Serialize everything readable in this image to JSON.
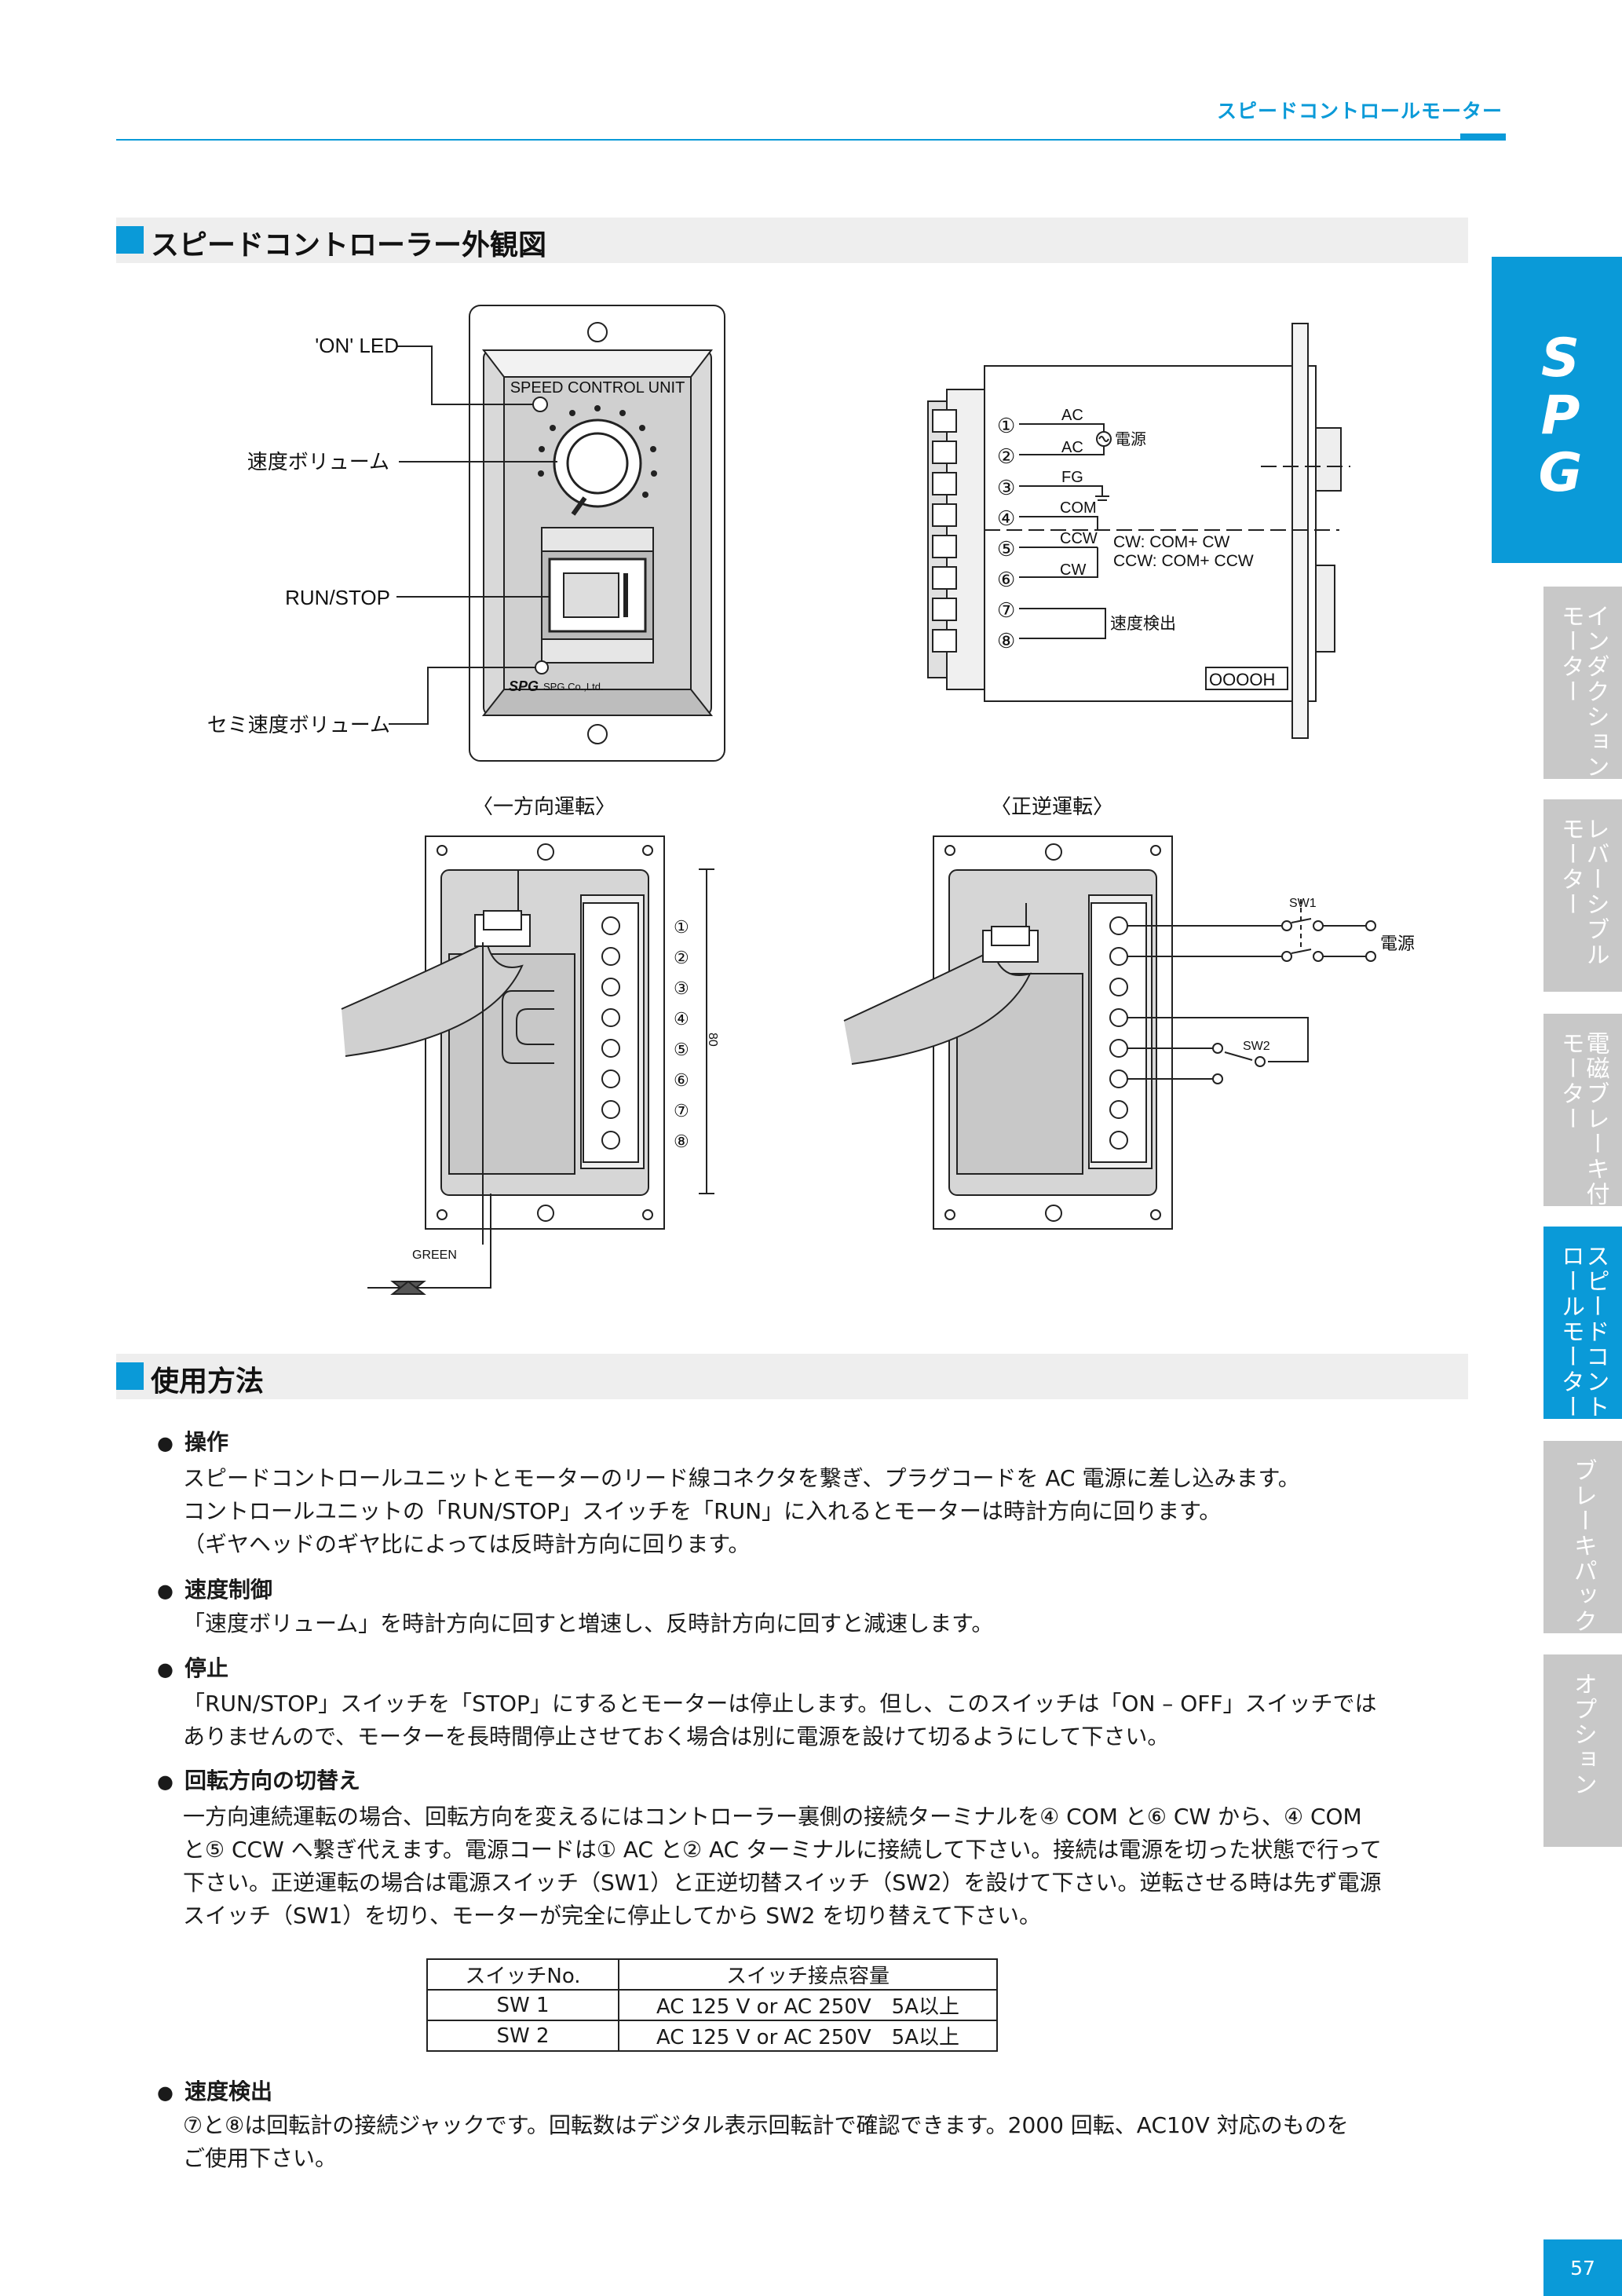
{
  "header": {
    "title": "スピードコントロールモーター"
  },
  "section1": {
    "title": "スピードコントローラー外観図"
  },
  "section2": {
    "title": "使用方法"
  },
  "front_view": {
    "labels": {
      "on_led": "'ON' LED",
      "speed_volume": "速度ボリューム",
      "run_stop": "RUN/STOP",
      "semi_speed": "セミ速度ボリューム"
    },
    "panel_text": "SPEED CONTROL UNIT",
    "maker": "SPG Co.,Ltd."
  },
  "side_view": {
    "terminals": [
      "①",
      "②",
      "③",
      "④",
      "⑤",
      "⑥",
      "⑦",
      "⑧"
    ],
    "wire_labels": [
      "AC",
      "AC",
      "FG",
      "COM",
      "CCW",
      "CW"
    ],
    "power_label": "電源",
    "cw_note": "CW: COM+ CW",
    "ccw_note": "CCW: COM+ CCW",
    "speed_detect": "速度検出",
    "plate": "OOOOH"
  },
  "one_way": {
    "caption": "〈一方向運転〉",
    "terminals": [
      "①",
      "②",
      "③",
      "④",
      "⑤",
      "⑥",
      "⑦",
      "⑧"
    ],
    "dimension": "80",
    "wire_label": "GREEN"
  },
  "reversible": {
    "caption": "〈正逆運転〉",
    "sw1": "SW1",
    "sw2": "SW2",
    "power_label": "電源"
  },
  "usage": [
    {
      "heading": "操作",
      "lines": [
        "スピードコントロールユニットとモーターのリード線コネクタを繋ぎ、プラグコードを AC 電源に差し込みます。",
        "コントロールユニットの「RUN/STOP」スイッチを「RUN」に入れるとモーターは時計方向に回ります。",
        "（ギヤヘッドのギヤ比によっては反時計方向に回ります。"
      ]
    },
    {
      "heading": "速度制御",
      "lines": [
        "「速度ボリューム」を時計方向に回すと増速し、反時計方向に回すと減速します。"
      ]
    },
    {
      "heading": "停止",
      "lines": [
        "「RUN/STOP」スイッチを「STOP」にするとモーターは停止します。但し、このスイッチは「ON – OFF」スイッチでは",
        "ありませんので、モーターを長時間停止させておく場合は別に電源を設けて切るようにして下さい。"
      ]
    },
    {
      "heading": "回転方向の切替え",
      "lines": [
        "一方向連続運転の場合、回転方向を変えるにはコントローラー裏側の接続ターミナルを④ COM と⑥ CW から、④ COM",
        "と⑤ CCW へ繋ぎ代えます。電源コードは① AC と② AC ターミナルに接続して下さい。接続は電源を切った状態で行って",
        "下さい。正逆運転の場合は電源スイッチ（SW1）と正逆切替スイッチ（SW2）を設けて下さい。逆転させる時は先ず電源",
        "スイッチ（SW1）を切り、モーターが完全に停止してから SW2 を切り替えて下さい。"
      ]
    }
  ],
  "switch_table": {
    "headers": [
      "スイッチNo.",
      "スイッチ接点容量"
    ],
    "rows": [
      [
        "SW 1",
        "AC 125 V or AC 250V　5A以上"
      ],
      [
        "SW 2",
        "AC 125 V or AC 250V　5A以上"
      ]
    ]
  },
  "speed_detection": {
    "heading": "速度検出",
    "lines": [
      "⑦と⑧は回転計の接続ジャックです。回転数はデジタル表示回転計で確認できます。2000 回転、AC10V 対応のものを",
      "ご使用下さい。"
    ]
  },
  "side_tabs": [
    "インダクション\nモーター",
    "レバーシブル\nモーター",
    "電磁ブレーキ付\nモーター",
    "スピードコント\nロールモーター",
    "ブレーキパック",
    "オプション"
  ],
  "logo": "SPG",
  "page_number": "57"
}
